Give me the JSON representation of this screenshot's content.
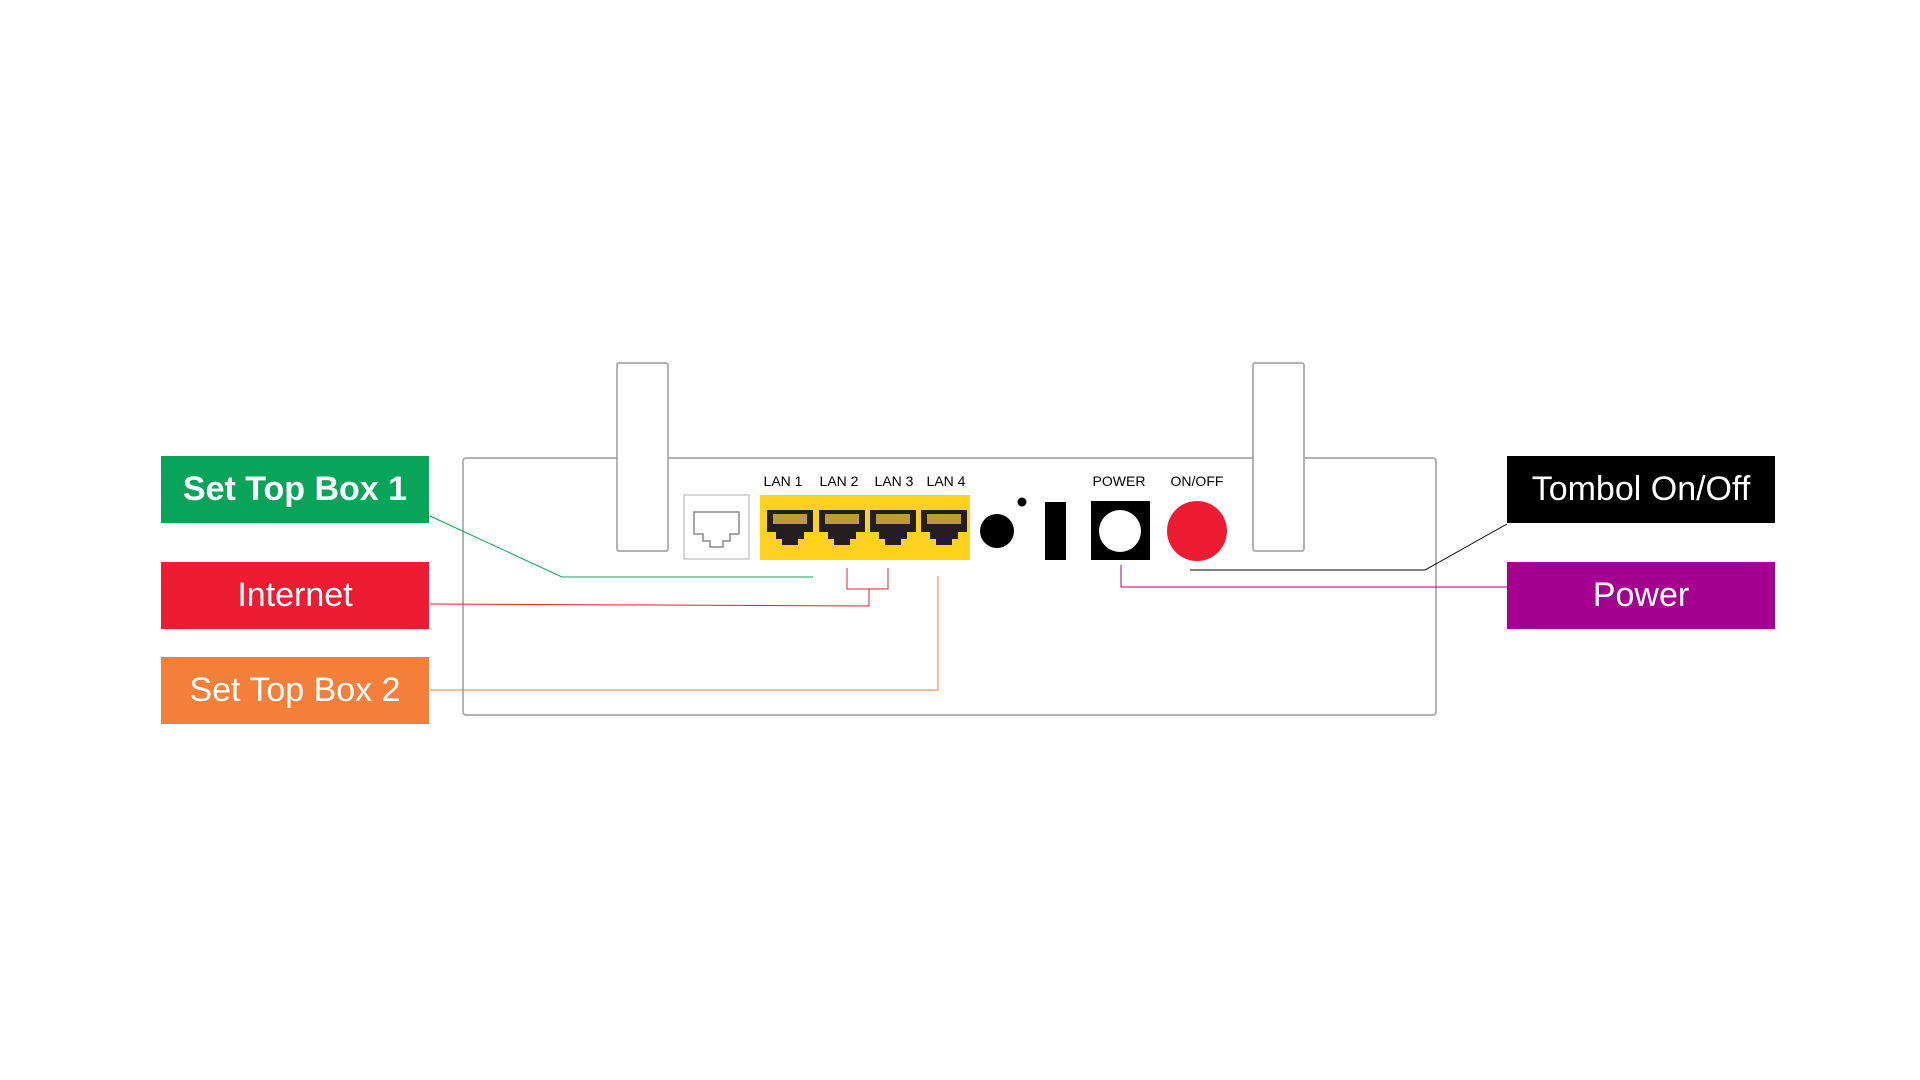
{
  "colors": {
    "green": "#0aa35a",
    "red": "#ee1c33",
    "orange": "#f37f3a",
    "black": "#000000",
    "purple": "#a3008f",
    "lan_yellow": "#ffd21f",
    "lan_port_brown": "#bf9a39",
    "device_outline": "#9a9a9a",
    "onoff_button": "#ee1c33"
  },
  "labels": {
    "stb1": "Set Top Box 1",
    "internet": "Internet",
    "stb2": "Set Top Box 2",
    "onoff": "Tombol On/Off",
    "power": "Power"
  },
  "ports": {
    "lan1": "LAN 1",
    "lan2": "LAN 2",
    "lan3": "LAN 3",
    "lan4": "LAN 4",
    "power": "POWER",
    "onoff": "ON/OFF"
  },
  "icons": {
    "wan_port": "ethernet-port-icon",
    "lan_port": "ethernet-port-icon",
    "reset_hole": "reset-hole-icon",
    "usb_slot": "slot-icon",
    "power_jack": "power-jack-icon",
    "onoff_button": "power-button-icon"
  }
}
